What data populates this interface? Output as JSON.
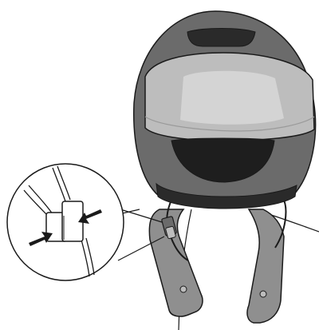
{
  "illustration": {
    "subject": "helmet-with-neckband-headset",
    "detail_callout": "connector-join",
    "arrows": [
      "press-arrow-left",
      "press-arrow-right"
    ]
  },
  "colors": {
    "helmet_shell": "#6b6b6b",
    "helmet_dark": "#2a2a2a",
    "visor": "#bdbdbd",
    "visor_highlight": "#d9d9d9",
    "neckband": "#8f8f8f",
    "outline": "#1a1a1a",
    "background": "#ffffff"
  }
}
